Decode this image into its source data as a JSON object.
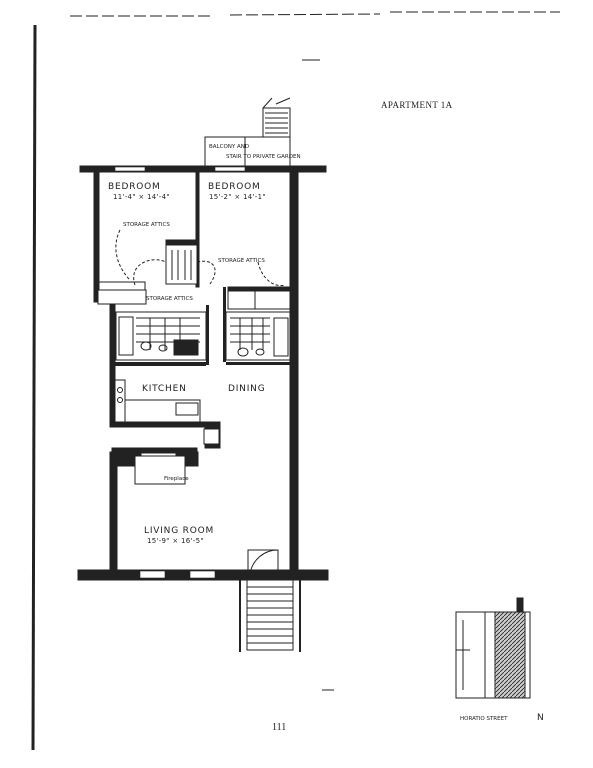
{
  "title": "APARTMENT 1A",
  "page_number": "111",
  "rooms": {
    "balcony": "BALCONY AND",
    "stair": "STAIR TO PRIVATE GARDEN",
    "bedroom_left": {
      "name": "BEDROOM",
      "dims": "11'-4\" × 14'-4\""
    },
    "bedroom_right": {
      "name": "BEDROOM",
      "dims": "15'-2\" × 14'-1\""
    },
    "storage_1": "STORAGE ATTICS",
    "storage_2": "STORAGE ATTICS",
    "storage_3": "STORAGE ATTICS",
    "kitchen": "KITCHEN",
    "dining": "DINING",
    "fireplace": "Fireplace",
    "living_room": {
      "name": "LIVING ROOM",
      "dims": "15'-9\" × 16'-5\""
    }
  },
  "key_plan": {
    "street": "HORATIO STREET",
    "north": "N"
  }
}
